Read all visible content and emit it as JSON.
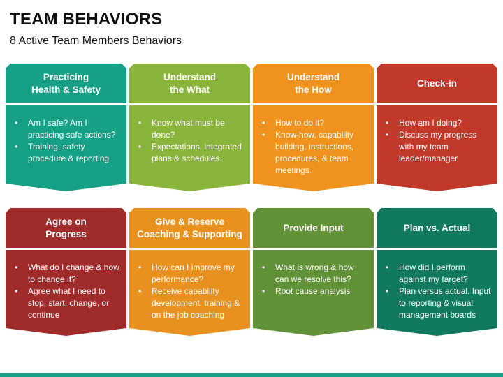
{
  "title": "TEAM BEHAVIORS",
  "subtitle": "8 Active Team Members Behaviors",
  "cards": [
    {
      "title": "Practicing\nHealth & Safety",
      "header_color": "#16a085",
      "body_color": "#16a085",
      "items": [
        "Am I safe? Am I practicing safe actions?",
        "Training, safety procedure & reporting"
      ]
    },
    {
      "title": "Understand\nthe What",
      "header_color": "#8bb43c",
      "body_color": "#8bb43c",
      "items": [
        "Know what must be done?",
        "Expectations, integrated plans & schedules."
      ]
    },
    {
      "title": "Understand\nthe How",
      "header_color": "#f0921e",
      "body_color": "#f0921e",
      "items": [
        "How to do it?",
        "Know-how, capability building, instructions, procedures, & team meetings."
      ]
    },
    {
      "title": "Check-in",
      "header_color": "#c0392b",
      "body_color": "#c0392b",
      "items": [
        "How am I doing?",
        "Discuss my progress with my team leader/manager"
      ]
    },
    {
      "title": "Agree on\nProgress",
      "header_color": "#a02b2b",
      "body_color": "#a02b2b",
      "items": [
        "What do I change & how to change it?",
        "Agree what I need to stop, start, change, or continue"
      ]
    },
    {
      "title": "Give & Reserve\nCoaching & Supporting",
      "header_color": "#e8911e",
      "body_color": "#e8911e",
      "items": [
        "How can I improve my performance?",
        "Receive capability development, training & on the job coaching"
      ]
    },
    {
      "title": "Provide Input",
      "header_color": "#629238",
      "body_color": "#629238",
      "items": [
        "What is wrong & how can we resolve this?",
        "Root cause analysis"
      ]
    },
    {
      "title": "Plan vs. Actual",
      "header_color": "#117a5e",
      "body_color": "#117a5e",
      "items": [
        "How did I perform against my target?",
        "Plan versus actual. Input to reporting & visual management boards"
      ]
    }
  ]
}
